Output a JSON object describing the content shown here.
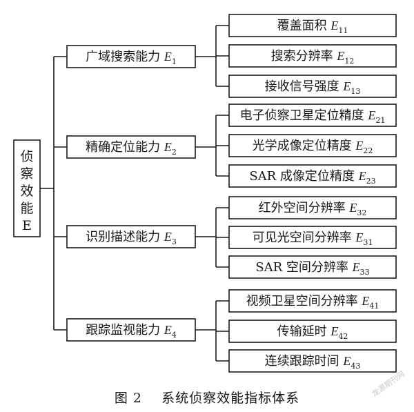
{
  "diagram": {
    "root": {
      "chars": [
        "侦",
        "察",
        "效",
        "能",
        "E"
      ]
    },
    "branches": [
      {
        "label": "广域搜索能力",
        "var": "E",
        "sub": "1",
        "children": [
          {
            "label": "覆盖面积",
            "var": "E",
            "sub": "11"
          },
          {
            "label": "搜索分辨率",
            "var": "E",
            "sub": "12"
          },
          {
            "label": "接收信号强度",
            "var": "E",
            "sub": "13"
          }
        ]
      },
      {
        "label": "精确定位能力",
        "var": "E",
        "sub": "2",
        "children": [
          {
            "label": "电子侦察卫星定位精度",
            "var": "E",
            "sub": "21"
          },
          {
            "label": "光学成像定位精度",
            "var": "E",
            "sub": "22"
          },
          {
            "label": "SAR 成像定位精度",
            "var": "E",
            "sub": "23"
          }
        ]
      },
      {
        "label": "识别描述能力",
        "var": "E",
        "sub": "3",
        "children": [
          {
            "label": "红外空间分辨率",
            "var": "E",
            "sub": "32"
          },
          {
            "label": "可见光空间分辨率",
            "var": "E",
            "sub": "31"
          },
          {
            "label": "SAR 空间分辨率",
            "var": "E",
            "sub": "33"
          }
        ]
      },
      {
        "label": "跟踪监视能力",
        "var": "E",
        "sub": "4",
        "children": [
          {
            "label": "视频卫星空间分辨率",
            "var": "E",
            "sub": "41"
          },
          {
            "label": "传输延时",
            "var": "E",
            "sub": "42"
          },
          {
            "label": "连续跟踪时间",
            "var": "E",
            "sub": "43"
          }
        ]
      }
    ]
  },
  "caption": "图 2    系统侦察效能指标体系",
  "watermark": "龙源期刊网"
}
